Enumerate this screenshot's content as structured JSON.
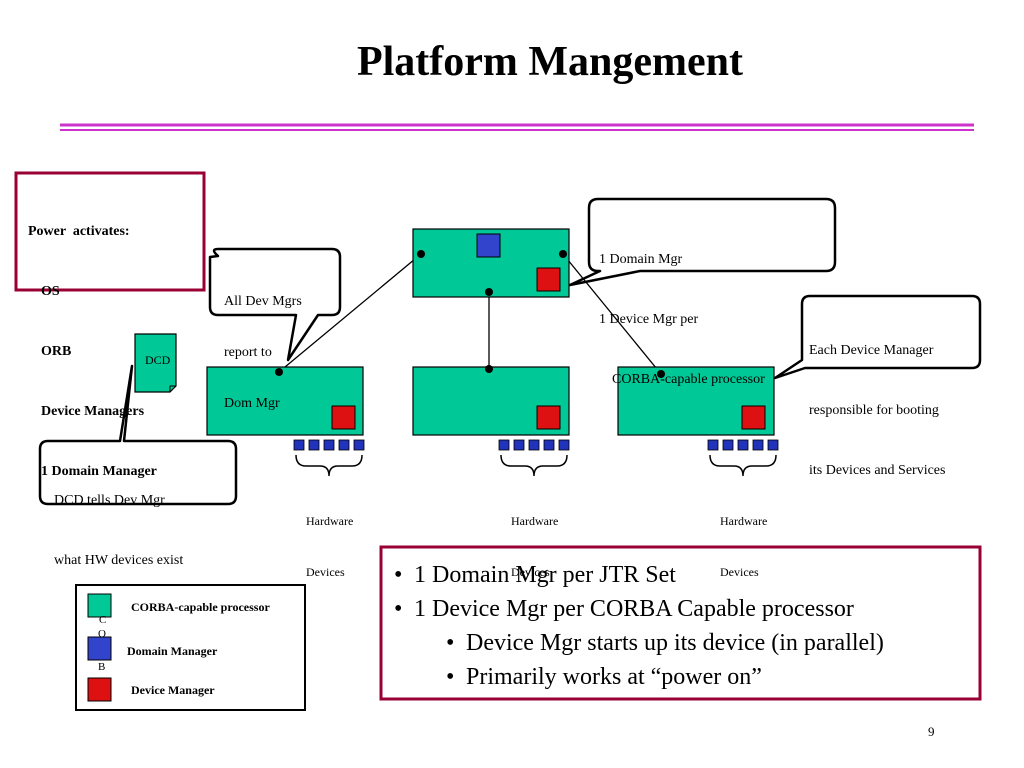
{
  "slide": {
    "title": "Platform Mangement",
    "page_number": "9"
  },
  "callouts": {
    "power": {
      "line1": "Power  activates:",
      "line2": "OS",
      "line3": "ORB",
      "line4": "Device Managers",
      "line5": "1 Domain Manager"
    },
    "all_dev_mgrs": {
      "line1": "All Dev Mgrs",
      "line2": "report to",
      "line3": "Dom Mgr"
    },
    "domain_mgr": {
      "line1": "1 Domain Mgr",
      "line2": "1 Device Mgr per",
      "line3": "CORBA-capable processor"
    },
    "each_device_manager": {
      "line1": "Each Device Manager",
      "line2": "responsible for booting",
      "line3": "its Devices and Services"
    },
    "dcd_tells": {
      "line1": "DCD tells Dev Mgr",
      "line2": "what HW devices exist"
    }
  },
  "dcd": {
    "label": "DCD"
  },
  "hardware_groups": [
    {
      "line1": "Hardware",
      "line2": "Devices"
    },
    {
      "line1": "Hardware",
      "line2": "Devices"
    },
    {
      "line1": "Hardware",
      "line2": "Devices"
    }
  ],
  "legend": {
    "corba_label": "CORBA-capable processor",
    "domain_label": "Domain Manager",
    "device_label": "Device Manager",
    "stray_c": "C",
    "stray_o": "O",
    "stray_b": "B"
  },
  "bullets": {
    "items": [
      "1 Domain Mgr per JTR Set",
      "1 Device Mgr per CORBA Capable processor"
    ],
    "sub_items": [
      "Device Mgr starts up its device (in parallel)",
      "Primarily works at “power on”"
    ],
    "bullet_char": "•"
  },
  "colors": {
    "processor": "#00c896",
    "domain_manager": "#3344cc",
    "device_manager": "#dd1111",
    "hw_device": "#2233bb",
    "callout_border_red": "#990033",
    "title_rule": "#cc33cc"
  }
}
